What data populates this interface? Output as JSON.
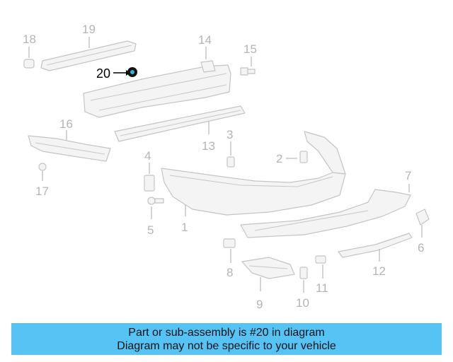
{
  "diagram": {
    "callouts": {
      "c1": "1",
      "c2": "2",
      "c3": "3",
      "c4": "4",
      "c5": "5",
      "c6": "6",
      "c7": "7",
      "c8": "8",
      "c9": "9",
      "c10": "10",
      "c11": "11",
      "c12": "12",
      "c13": "13",
      "c14": "14",
      "c15": "15",
      "c16": "16",
      "c17": "17",
      "c18": "18",
      "c19": "19",
      "c20": "20"
    },
    "highlight_color": "#000000",
    "part_color": "#c4c4c4"
  },
  "banner": {
    "line1": "Part or sub-assembly is #20 in diagram",
    "line2": "Diagram may not be specific to your vehicle",
    "background": "#56c3f5"
  }
}
